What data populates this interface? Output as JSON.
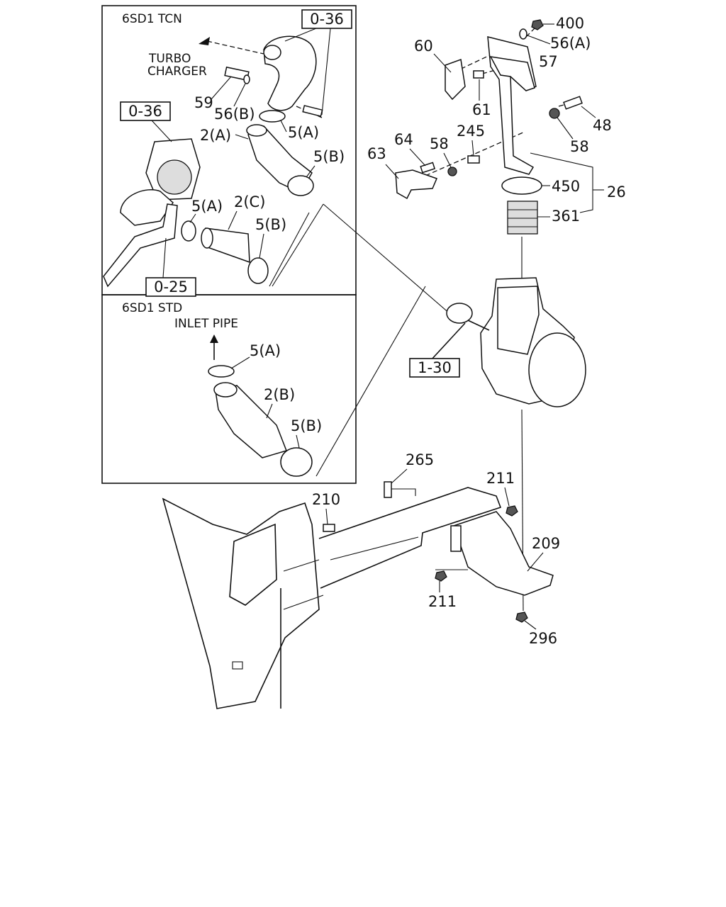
{
  "panels": {
    "tcn_title": "6SD1 TCN",
    "std_title": "6SD1 STD"
  },
  "notes": {
    "turbo_line1": "TURBO",
    "turbo_line2": "CHARGER",
    "inlet_pipe": "INLET PIPE"
  },
  "ref_boxes": {
    "ref_036_top": "0-36",
    "ref_036_left": "0-36",
    "ref_025": "0-25",
    "ref_130": "1-30"
  },
  "callouts": {
    "c400": "400",
    "c56a_top": "56(A)",
    "c60": "60",
    "c57": "57",
    "c61": "61",
    "c48": "48",
    "c58_right": "58",
    "c64": "64",
    "c58_mid": "58",
    "c245": "245",
    "c63": "63",
    "c450": "450",
    "c26": "26",
    "c361": "361",
    "c59": "59",
    "c56b": "56(B)",
    "c5a_tcn": "5(A)",
    "c2a": "2(A)",
    "c5b_tcn": "5(B)",
    "c5a_lower": "5(A)",
    "c2c": "2(C)",
    "c5b_lower": "5(B)",
    "c5a_std": "5(A)",
    "c2b": "2(B)",
    "c5b_std": "5(B)",
    "c265": "265",
    "c211_top": "211",
    "c210": "210",
    "c209": "209",
    "c211_bottom": "211",
    "c296": "296"
  }
}
